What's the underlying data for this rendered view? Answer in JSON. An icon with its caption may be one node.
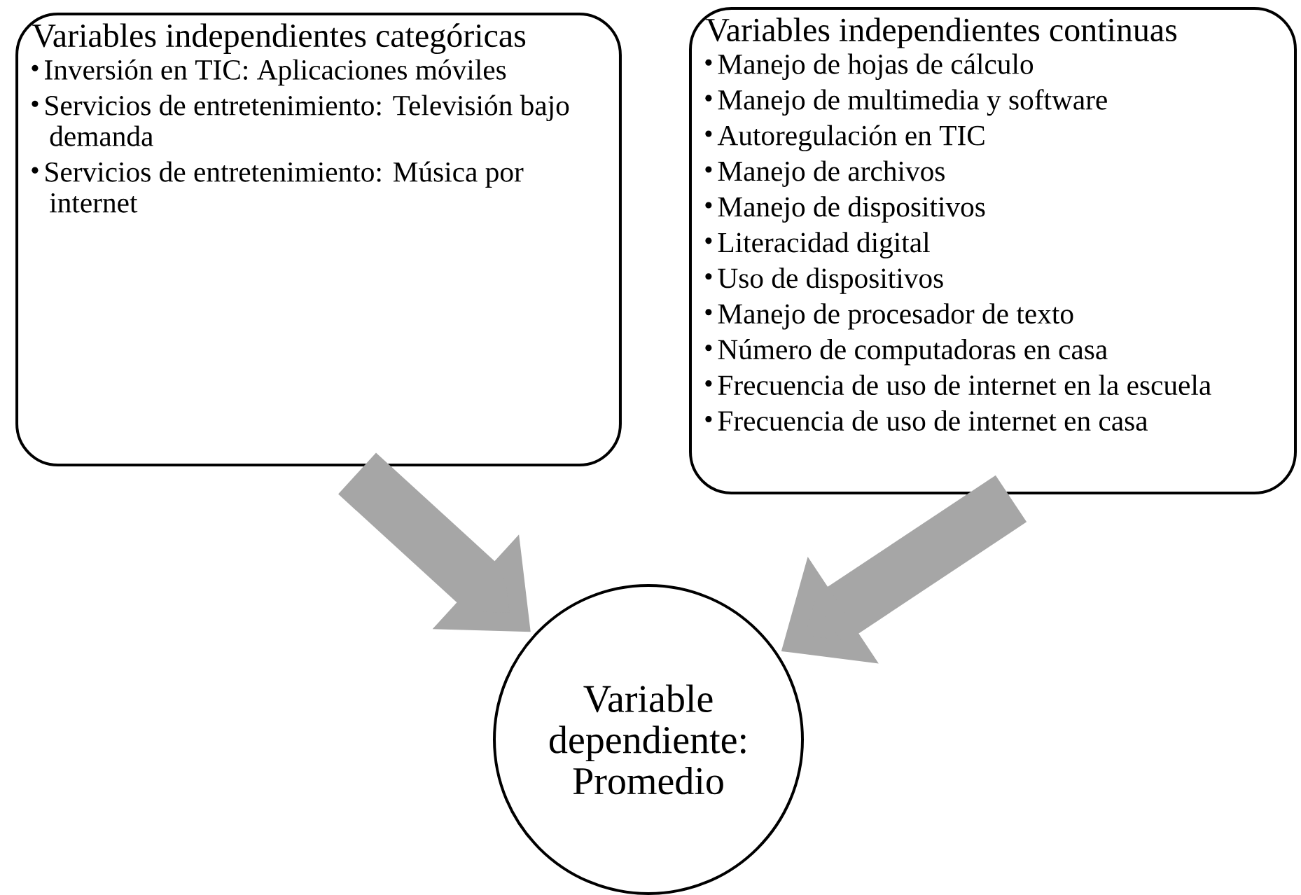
{
  "diagram": {
    "nodes": [
      {
        "text": [
          "Variables independientes categóricas",
          "Inversión en TIC: Aplicaciones móviles",
          "Servicios de entretenimiento:  Televisión bajo demanda",
          "Servicios de entretenimiento:  Música por internet"
        ]
      },
      {
        "text": [
          "Variables independientes continuas",
          "Manejo de hojas de cálculo",
          "Manejo de multimedia  y software",
          "Autoregulación en TIC",
          "Manejo de archivos",
          "Manejo de dispositivos",
          "Literacidad digital",
          "Uso de dispositivos",
          "Manejo de procesador de texto",
          "Número de computadoras en casa",
          "Frecuencia de uso de internet en la escuela",
          "Frecuencia de uso de internet en casa"
        ]
      },
      {
        "text": [
          "Variable dependiente: Promedio"
        ]
      }
    ],
    "edges": [
      {
        "from": 0,
        "to": 2,
        "arrow": "to"
      },
      {
        "from": 1,
        "to": 2,
        "arrow": "to"
      }
    ]
  }
}
